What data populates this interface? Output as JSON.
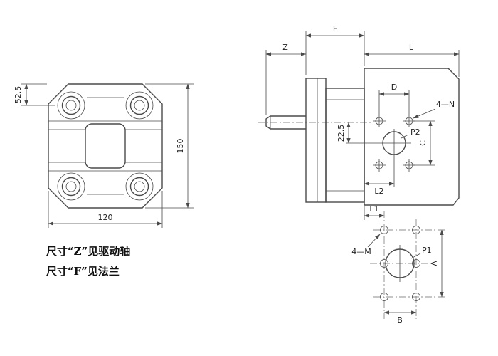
{
  "notes": {
    "line1": "尺寸“Z”见驱动轴",
    "line2": "尺寸“F”见法兰"
  },
  "front_view": {
    "dim_52_5": "52.5",
    "dim_150": "150",
    "dim_120": "120"
  },
  "side_view": {
    "dim_F": "F",
    "dim_Z": "Z",
    "dim_L": "L",
    "dim_D": "D",
    "dim_22_5": "22.5",
    "dim_C": "C",
    "dim_L2": "L2",
    "dim_L1": "L1",
    "label_4N": "4—N",
    "label_P2": "P2"
  },
  "bottom_view": {
    "dim_A": "A",
    "dim_B": "B",
    "label_4M": "4—M",
    "label_P1": "P1"
  },
  "colors": {
    "line": "#4a4a4a",
    "text": "#222222",
    "background": "#ffffff"
  }
}
